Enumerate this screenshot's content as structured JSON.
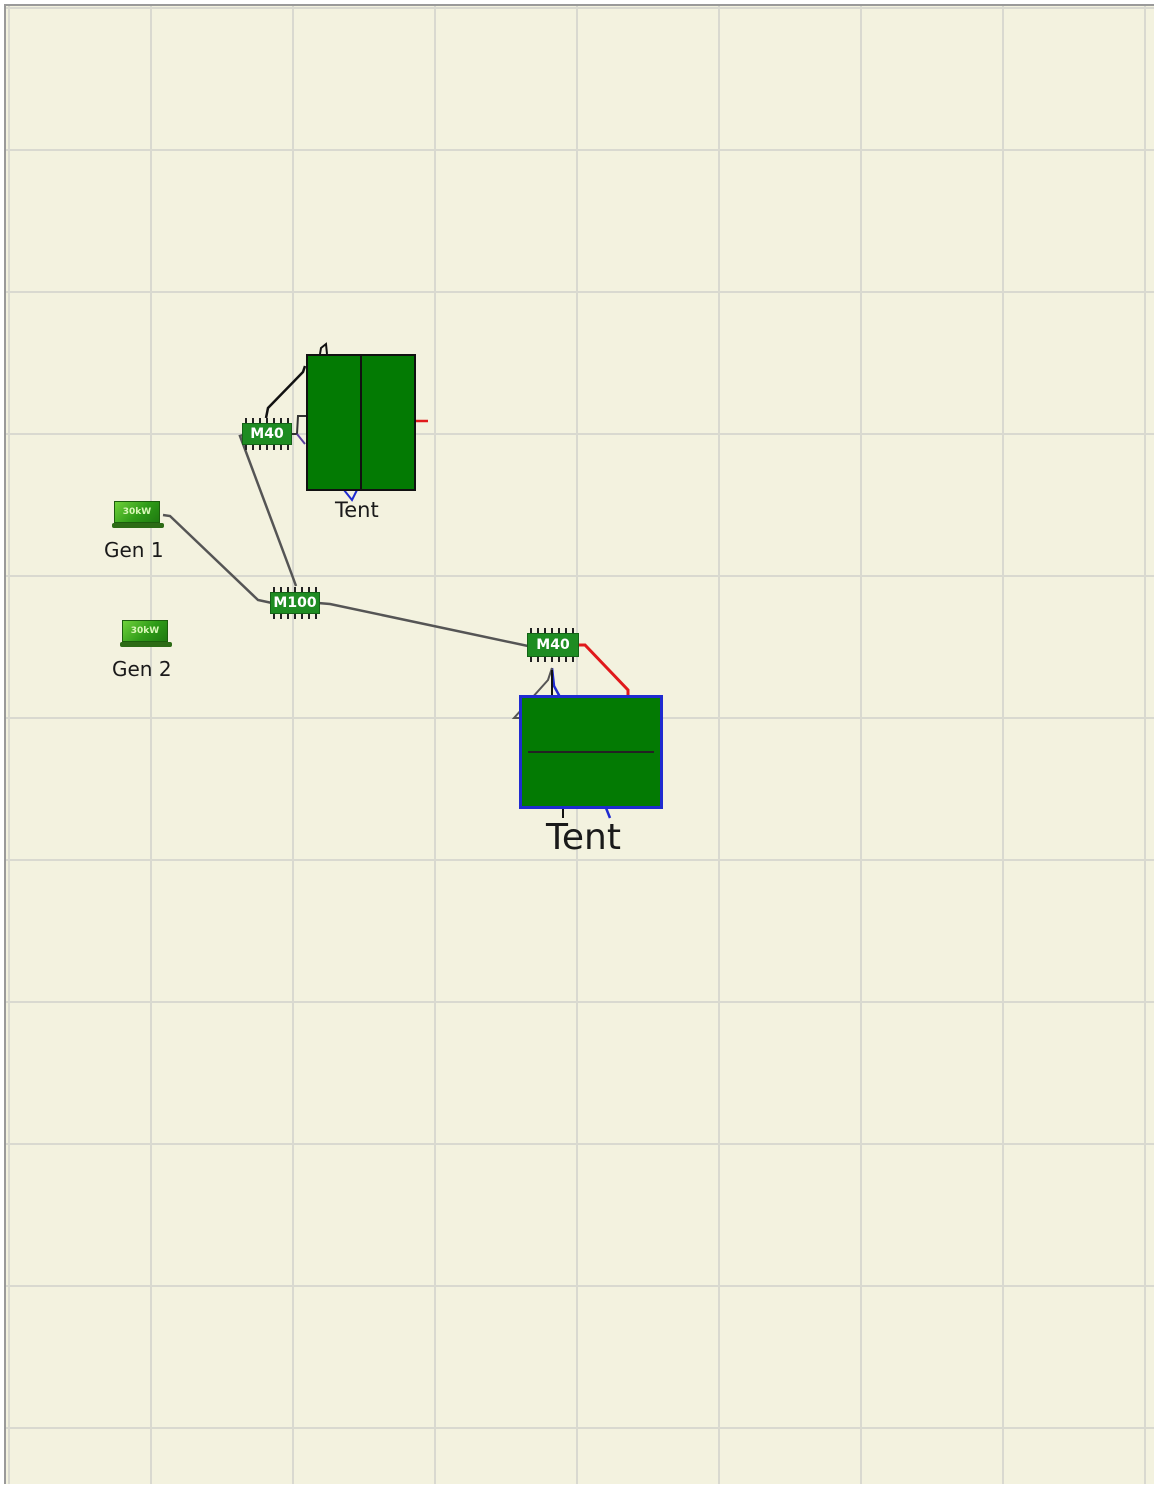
{
  "diagram": {
    "nodes": [
      {
        "id": "gen1",
        "kind": "generator",
        "label": "Gen 1",
        "badge": "30kW"
      },
      {
        "id": "gen2",
        "kind": "generator",
        "label": "Gen 2",
        "badge": "30kW"
      },
      {
        "id": "m100",
        "kind": "distribution",
        "label": "M100"
      },
      {
        "id": "m40a",
        "kind": "distribution",
        "label": "M40"
      },
      {
        "id": "m40b",
        "kind": "distribution",
        "label": "M40"
      },
      {
        "id": "tent1",
        "kind": "tent",
        "label": "Tent"
      },
      {
        "id": "tent2",
        "kind": "tent",
        "label": "Tent",
        "selected": true
      }
    ],
    "connections": [
      {
        "from": "gen1",
        "to": "m100",
        "color": "#555555"
      },
      {
        "from": "m100",
        "to": "m40a",
        "color": "#555555"
      },
      {
        "from": "m100",
        "to": "m40b",
        "color": "#555555"
      },
      {
        "from": "m40a",
        "to": "tent1",
        "color": "#111111"
      },
      {
        "from": "m40b",
        "to": "tent2",
        "color": "#e0191b"
      },
      {
        "from": "m40b",
        "to": "tent2",
        "color": "#1f2bd0"
      }
    ]
  },
  "colors": {
    "background": "#f3f2df",
    "grid": "#d9d9d0",
    "tent_fill": "#037a03",
    "selection": "#1f2bd0",
    "distribution_fill": "#1e8c22"
  }
}
